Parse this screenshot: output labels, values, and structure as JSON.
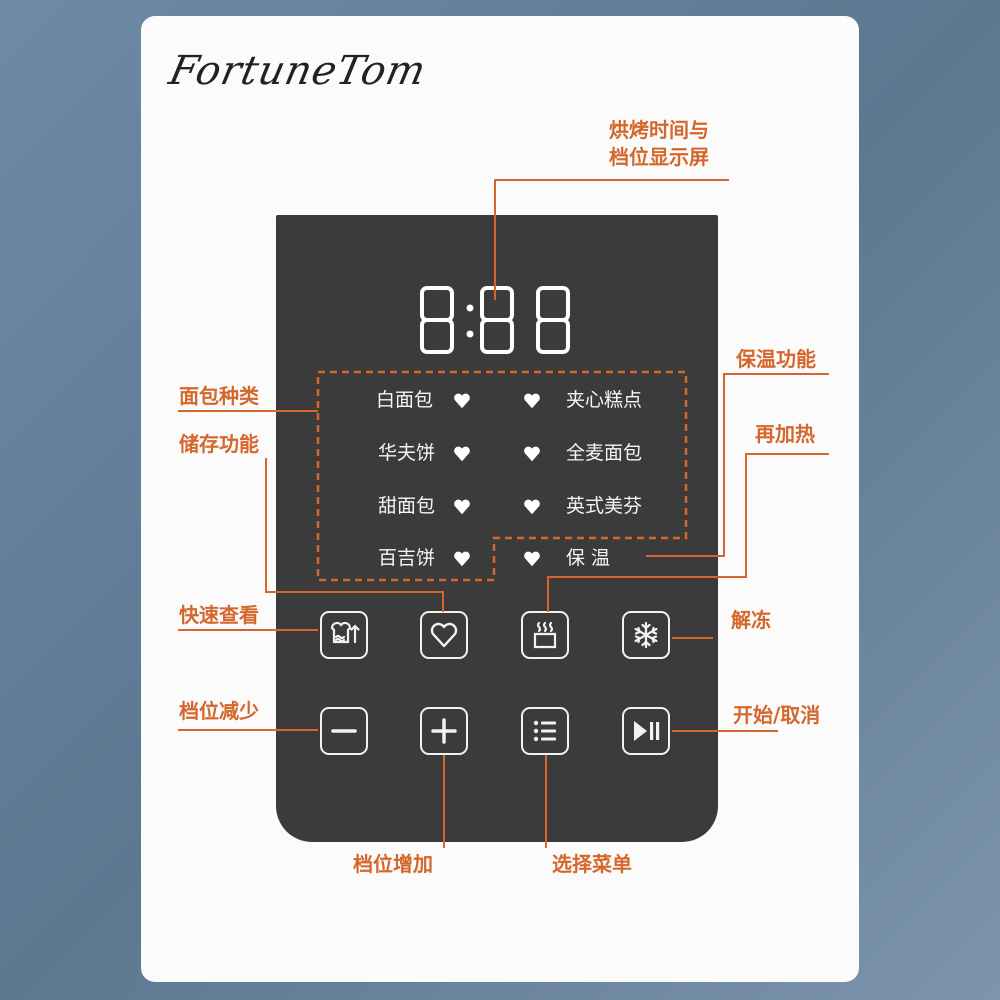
{
  "brand": "FortuneTom",
  "display": {
    "digits": "8:88"
  },
  "labels": {
    "screen_line1": "烘烤时间与",
    "screen_line2": "档位显示屏",
    "bread_types": "面包种类",
    "storage": "储存功能",
    "keep_warm": "保温功能",
    "reheat": "再加热",
    "quick_view": "快速查看",
    "defrost": "解冻",
    "level_down": "档位减少",
    "start_cancel": "开始/取消",
    "level_up": "档位增加",
    "select_menu": "选择菜单"
  },
  "menu_left": [
    "白面包",
    "华夫饼",
    "甜面包",
    "百吉饼"
  ],
  "menu_right": [
    "夹心糕点",
    "全麦面包",
    "英式美芬",
    "保      温"
  ],
  "colors": {
    "accent": "#d5672c",
    "panel": "#3b3b3b",
    "background": "#6f8aa6",
    "card": "#fbfbfb",
    "icon": "#f2f2f2"
  },
  "buttons_row1": [
    "toast-up-icon",
    "heart-icon",
    "steam-cup-icon",
    "snowflake-icon"
  ],
  "buttons_row2": [
    "minus-icon",
    "plus-icon",
    "menu-list-icon",
    "play-pause-icon"
  ]
}
